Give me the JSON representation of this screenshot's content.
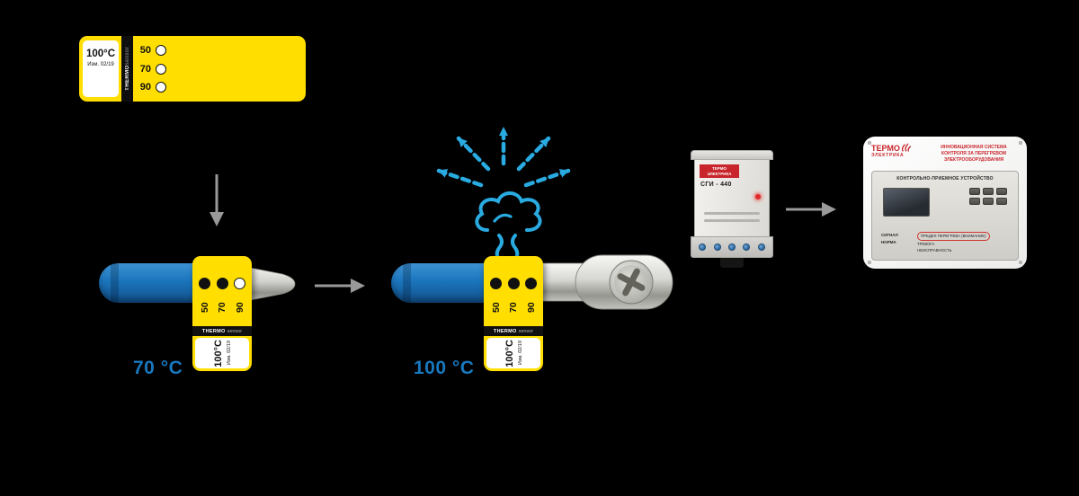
{
  "colors": {
    "background": "#000000",
    "label_yellow": "#FFDE00",
    "cable_blue": "#1B75BC",
    "steam_blue": "#29ABE2",
    "caption_blue": "#1878BE",
    "brand_red": "#C9252C",
    "arrow_gray": "#999999"
  },
  "reference_label": {
    "temp": "100°C",
    "edition": "Изм. 02/19",
    "brand": "THERMO",
    "brand_sub": "sensor",
    "marks": [
      "50",
      "70",
      "90"
    ]
  },
  "stage1": {
    "caption": "70 °C",
    "label": {
      "temp": "100°C",
      "edition": "Изм. 02/19",
      "brand": "THERMO",
      "brand_sub": "sensor",
      "marks": [
        "50",
        "70",
        "90"
      ],
      "dot_classes": [
        "dot filled",
        "dot filled",
        "dot empty"
      ]
    }
  },
  "stage2": {
    "caption": "100 °C",
    "label": {
      "temp": "100°C",
      "edition": "Изм. 02/19",
      "brand": "THERMO",
      "brand_sub": "sensor",
      "marks": [
        "50",
        "70",
        "90"
      ],
      "dot_classes": [
        "dot filled",
        "dot filled",
        "dot filled"
      ]
    }
  },
  "din_module": {
    "brand_line1": "ТЕРМО",
    "brand_line2": "ЭЛЕКТРИКА",
    "model": "СГИ - 440"
  },
  "control_panel": {
    "logo_line1": "ТЕРМО",
    "logo_line2": "ЭЛЕКТРИКА",
    "headline": "ИННОВАЦИОННАЯ СИСТЕМА КОНТРОЛЯ ЗА ПЕРЕГРЕВОМ ЭЛЕКТРООБОРУДОВАНИЯ",
    "device_title": "КОНТРОЛЬНО-ПРИЕМНОЕ УСТРОЙСТВО",
    "status_left": [
      "СИГНАЛ",
      "НОРМА"
    ],
    "status_right": [
      "ПРЕДЕЛ ПЕРЕГРЕВА (ВНИМАНИЕ)",
      "ТРЕВОГА",
      "НЕИСПРАВНОСТЬ"
    ]
  }
}
